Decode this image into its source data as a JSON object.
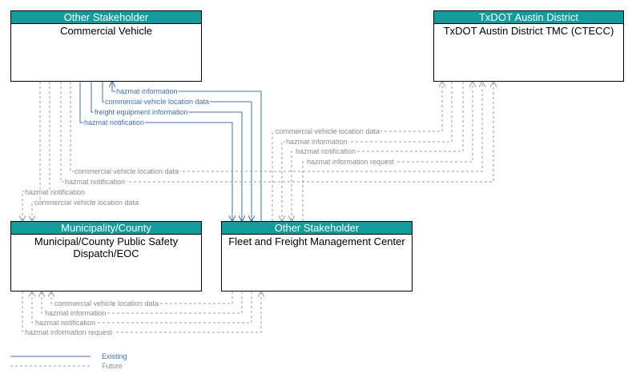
{
  "nodes": {
    "commercial_vehicle": {
      "category": "Other Stakeholder",
      "name": "Commercial Vehicle"
    },
    "txdot_austin": {
      "category": "TxDOT Austin District",
      "name": "TxDOT Austin District TMC (CTECC)"
    },
    "municipal_psap": {
      "category": "Municipality/County",
      "name": "Municipal/County Public Safety Dispatch/EOC"
    },
    "fleet_freight": {
      "category": "Other Stakeholder",
      "name": "Fleet and Freight Management Center"
    }
  },
  "flow_labels": {
    "cv_ff_1": "hazmat information",
    "cv_ff_2": "commercial vehicle location data",
    "cv_ff_3": "freight equipment information",
    "cv_ff_4": "hazmat notification",
    "ff_tx_1": "commercial vehicle location data",
    "ff_tx_2": "hazmat information",
    "ff_tx_3": "hazmat notification",
    "ff_tx_4": "hazmat information request",
    "cv_tx_1": "commercial vehicle location data",
    "cv_tx_2": "hazmat notification",
    "cv_mu_1": "hazmat notification",
    "cv_mu_2": "commercial vehicle location data",
    "mu_ff_1": "commercial vehicle location data",
    "mu_ff_2": "hazmat information",
    "mu_ff_3": "hazmat notification",
    "mu_ff_4": "hazmat information request"
  },
  "legend": {
    "existing": "Existing",
    "future": "Future"
  },
  "colors": {
    "existing": "#3f6fb0",
    "future": "#9a9a9a",
    "header": "#129c9c"
  }
}
